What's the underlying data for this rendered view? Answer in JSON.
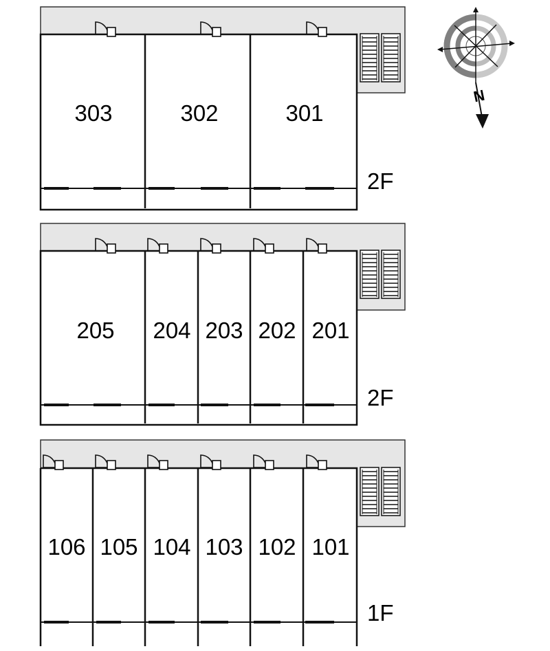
{
  "floors": [
    {
      "label": "2F",
      "units": [
        "303",
        "302",
        "301"
      ]
    },
    {
      "label": "2F",
      "units": [
        "205",
        "204",
        "203",
        "202",
        "201"
      ]
    },
    {
      "label": "1F",
      "units": [
        "106",
        "105",
        "104",
        "103",
        "102",
        "101"
      ]
    }
  ],
  "compass": {
    "label": "N",
    "icon": "compass-rose-icon"
  },
  "icons": {
    "door": "door-swing-icon",
    "stairs": "staircase-icon"
  },
  "colors": {
    "corridor": "#e6e6e6",
    "line": "#111111",
    "compass_dark": "#808080",
    "compass_light": "#c8c8c8",
    "compass_inner": "#bdbdbd"
  }
}
